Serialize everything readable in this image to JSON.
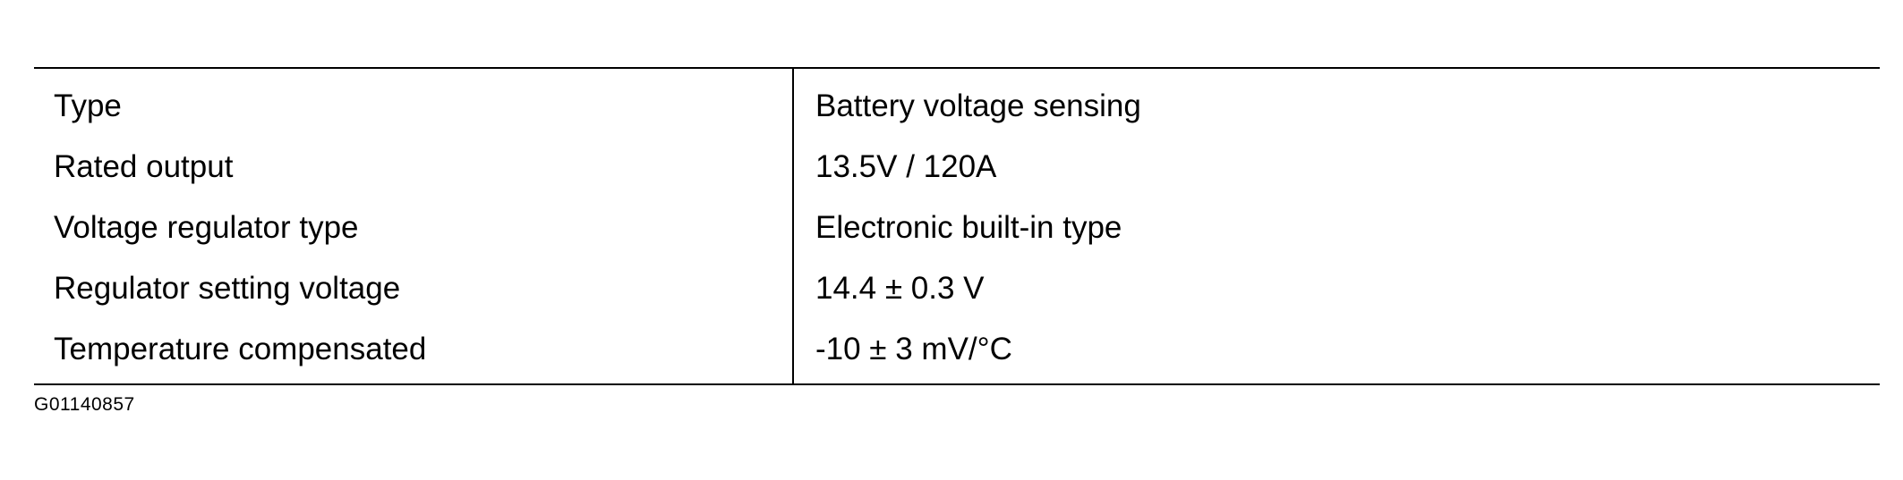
{
  "spec_table": {
    "rows": [
      {
        "label": "Type",
        "value": "Battery voltage sensing"
      },
      {
        "label": "Rated output",
        "value": "13.5V / 120A"
      },
      {
        "label": "Voltage regulator type",
        "value": "Electronic built-in type"
      },
      {
        "label": "Regulator setting voltage",
        "value": "14.4 ± 0.3 V"
      },
      {
        "label": "Temperature compensated",
        "value": "-10 ± 3 mV/°C"
      }
    ]
  },
  "figure_id": "G01140857"
}
